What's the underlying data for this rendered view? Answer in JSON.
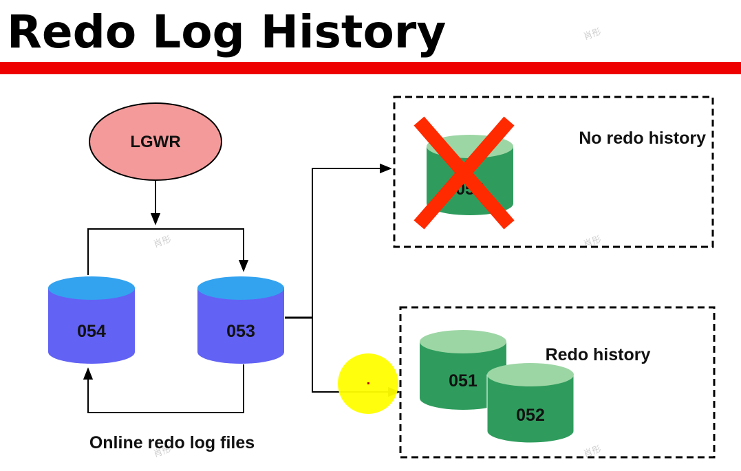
{
  "title": "Redo Log History",
  "process": {
    "label": "LGWR"
  },
  "online_logs": {
    "caption": "Online redo log files",
    "groups": [
      {
        "label": "054"
      },
      {
        "label": "053"
      }
    ]
  },
  "no_history_box": {
    "label": "No redo history",
    "archived": [
      {
        "label": "052",
        "crossed_out": true
      }
    ]
  },
  "history_box": {
    "label": "Redo history",
    "archived": [
      {
        "label": "051"
      },
      {
        "label": "052"
      }
    ]
  },
  "colors": {
    "title_bar": "#ee0000",
    "lgwr_fill": "#f49a9a",
    "online_top": "#33a3f0",
    "online_body": "#6262f5",
    "archive_top": "#9dd6a5",
    "archive_body": "#2f9c5d",
    "cross": "#ff2a00",
    "pointer": "#ffff00"
  },
  "watermark": "肖彤"
}
